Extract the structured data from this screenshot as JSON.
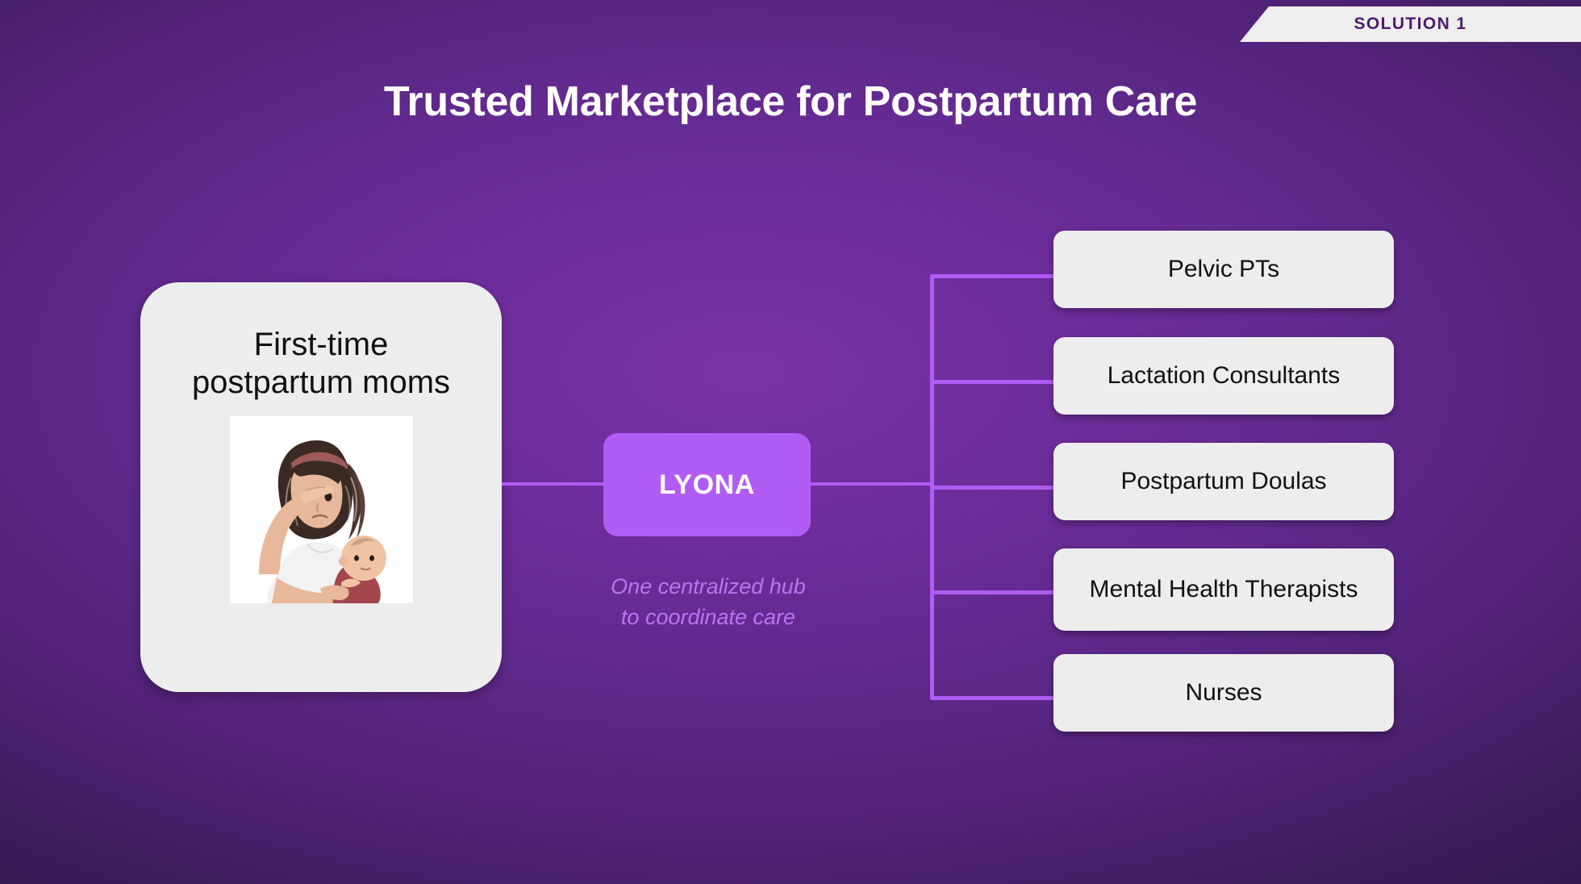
{
  "banner": {
    "label": "SOLUTION 1"
  },
  "title": "Trusted Marketplace for Postpartum Care",
  "left_card": {
    "label": "First-time postpartum moms",
    "illustration_alt": "tired-mother-holding-baby-illustration"
  },
  "hub": {
    "label": "LYONA",
    "subtitle": "One centralized hub to coordinate care",
    "subtitle_line1": "One centralized hub",
    "subtitle_line2": "to coordinate care"
  },
  "providers": [
    {
      "label": "Pelvic PTs"
    },
    {
      "label": "Lactation Consultants"
    },
    {
      "label": "Postpartum Doulas"
    },
    {
      "label": "Mental Health Therapists"
    },
    {
      "label": "Nurses"
    }
  ],
  "colors": {
    "background_center": "#6e2d9c",
    "background_edge": "#231445",
    "accent_purple": "#b15cf5",
    "card_gray": "#ededed",
    "banner_text": "#4d1b6e",
    "title_text": "#ffffff",
    "subtitle_text": "#b875f0"
  }
}
